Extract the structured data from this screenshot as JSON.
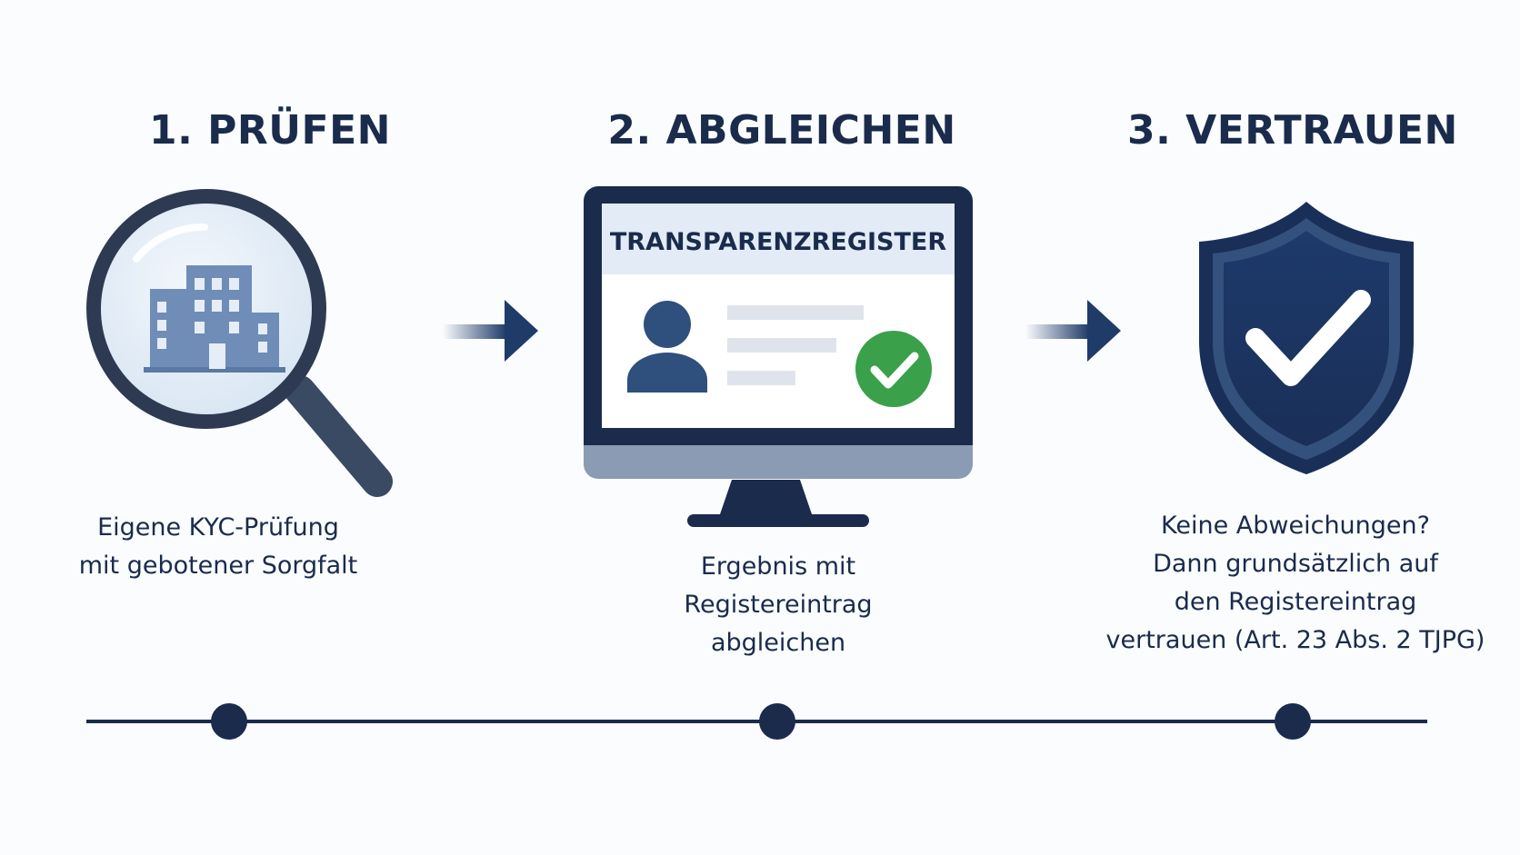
{
  "steps": [
    {
      "title": "1. PRÜFEN",
      "desc_lines": [
        "Eigene KYC-Prüfung",
        "mit gebotener Sorgfalt"
      ],
      "icon": "magnifier-building-icon"
    },
    {
      "title": "2. ABGLEICHEN",
      "desc_lines": [
        "Ergebnis mit",
        "Registereintrag",
        "abgleichen"
      ],
      "icon": "monitor-register-icon",
      "screen_title": "TRANSPARENZREGISTER"
    },
    {
      "title": "3. VERTRAUEN",
      "desc_lines": [
        "Keine Abweichungen?",
        "Dann grundsätzlich auf",
        "den Registereintrag",
        "vertrauen (Art. 23 Abs. 2 TJPG)"
      ],
      "icon": "shield-check-icon"
    }
  ],
  "colors": {
    "navy": "#1a2b4c",
    "dark_blue": "#1f3b68",
    "slate": "#3a4a63",
    "green": "#3aa04a",
    "light_blue": "#e6edf6"
  }
}
